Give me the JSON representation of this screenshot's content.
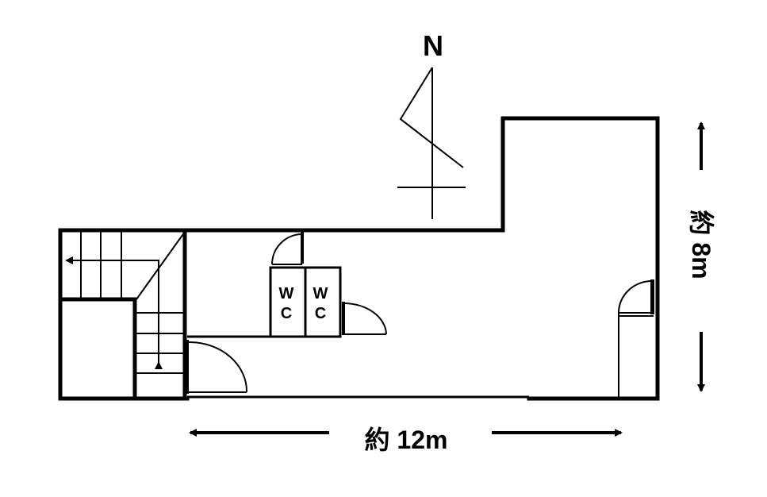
{
  "compass": {
    "label": "N"
  },
  "rooms": {
    "wc_left": {
      "top": "W",
      "bottom": "C"
    },
    "wc_right": {
      "top": "W",
      "bottom": "C"
    }
  },
  "dimensions": {
    "width_label": "約 12m",
    "height_label": "約 8m"
  }
}
